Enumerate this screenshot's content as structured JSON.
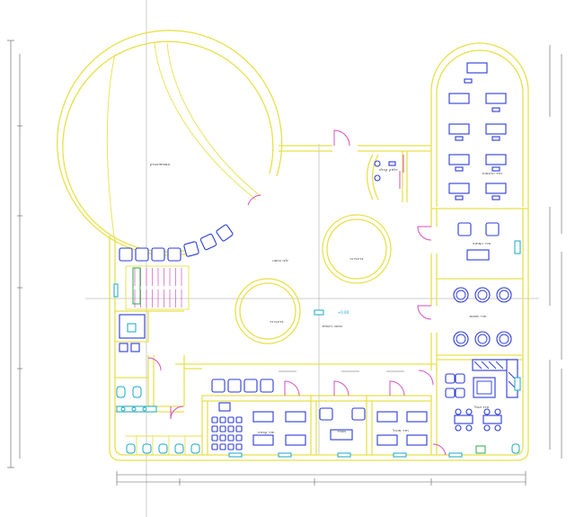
{
  "drawing": {
    "colors": {
      "walls": "#e8e04a",
      "furniture": "#2b3bd8",
      "doors": "#d64fc0",
      "fixtures": "#16a7c8",
      "dimensions": "#5a5a5a",
      "background": "#ffffff"
    },
    "labels": {
      "round_hall": "אמפיתיאטרון",
      "top_right_room": "חדר הרצאות",
      "reception": "דלפק קבלה",
      "lounge_right": "חדר המתנה",
      "round_room_right": "חדר ישיבות",
      "kitchen": "חדר אוכל",
      "central_hall": "לובי כניסה",
      "pool_top": "בריכת נוי",
      "pool_bottom": "בריכת נוי",
      "office_left": "חדר עבודה",
      "office_mid": "משרד",
      "office_right": "חדר מנהל",
      "main_entrance": "כניסה ראשית",
      "level_mark": "+0.00"
    }
  }
}
